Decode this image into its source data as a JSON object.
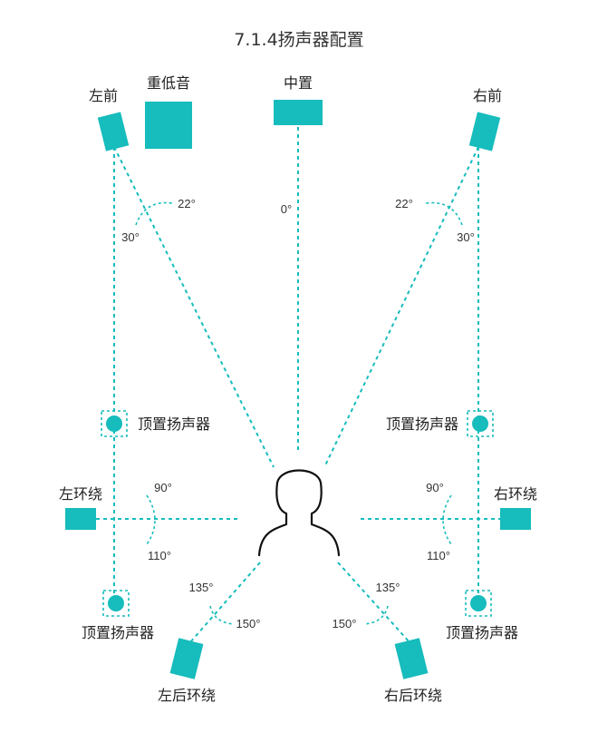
{
  "title": "7.1.4扬声器配置",
  "speakers": {
    "front_left": "左前",
    "subwoofer": "重低音",
    "center": "中置",
    "front_right": "右前",
    "height_front_left": "顶置扬声器",
    "height_front_right": "顶置扬声器",
    "surround_left": "左环绕",
    "surround_right": "右环绕",
    "height_rear_left": "顶置扬声器",
    "height_rear_right": "顶置扬声器",
    "rear_left": "左后环绕",
    "rear_right": "右后环绕"
  },
  "angles": {
    "center": "0°",
    "front_left_inner": "22°",
    "front_left_outer": "30°",
    "front_right_inner": "22°",
    "front_right_outer": "30°",
    "surround_left_top": "90°",
    "surround_left_bottom": "110°",
    "surround_right_top": "90°",
    "surround_right_bottom": "110°",
    "rear_left_top": "135°",
    "rear_left_bottom": "150°",
    "rear_right_top": "135°",
    "rear_right_bottom": "150°"
  },
  "colors": {
    "speaker": "#17bcbc",
    "listener": "#111111"
  }
}
